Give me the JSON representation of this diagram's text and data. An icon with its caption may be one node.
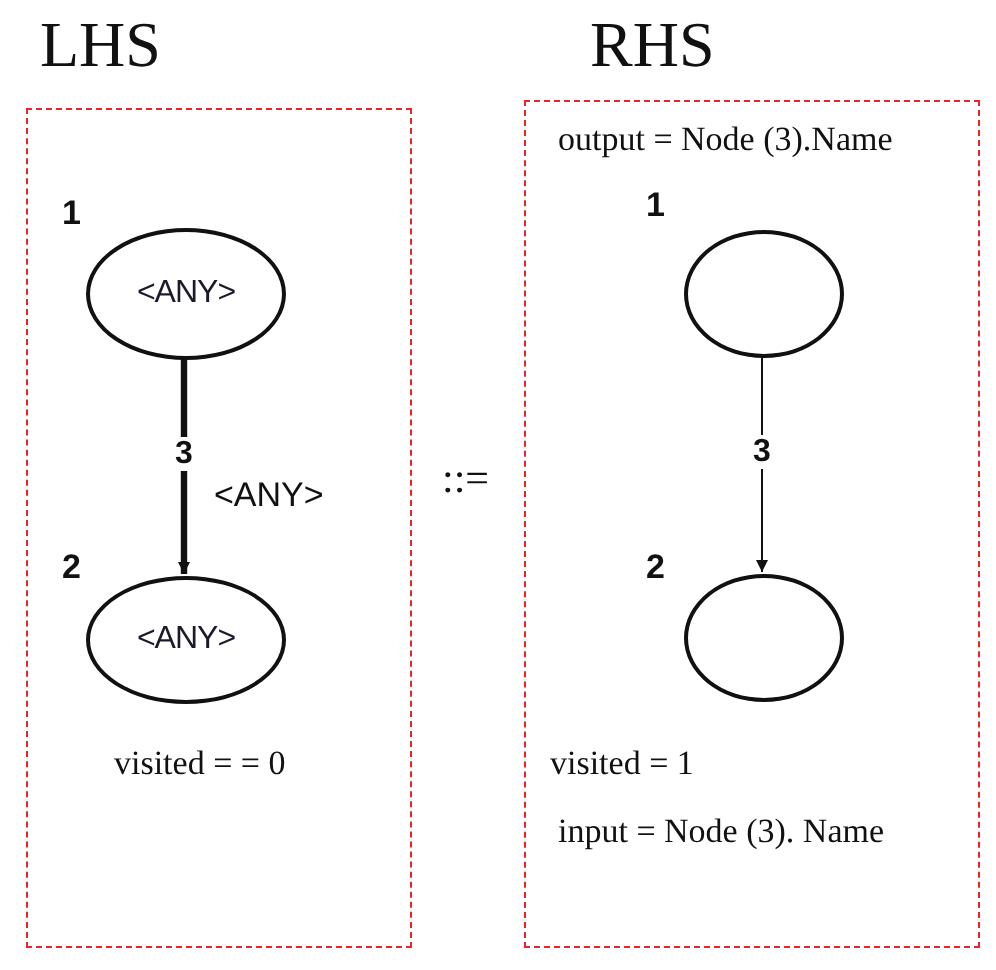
{
  "diagram": {
    "nodes": [
      {
        "text": [
          "LHS"
        ]
      },
      {
        "text": [
          "<ANY>"
        ],
        "in": 0,
        "beside": [
          "1"
        ]
      },
      {
        "text": [
          "<ANY>"
        ],
        "in": 0,
        "beside": [
          "2"
        ]
      },
      {
        "text": [
          "RHS"
        ]
      },
      {
        "text": [],
        "shape": "ellipse",
        "in": 3,
        "beside": [
          "1"
        ]
      },
      {
        "text": [],
        "shape": "ellipse",
        "in": 3,
        "beside": [
          "2"
        ]
      }
    ],
    "edges": [
      {
        "from": 1,
        "to": 2,
        "arrow": "to",
        "label": "3",
        "style": "thick"
      },
      {
        "from": 4,
        "to": 5,
        "arrow": "to",
        "label": "3"
      }
    ],
    "labels": [
      "output = Node (3).Name",
      "<ANY>",
      "::=",
      "visited = = 0",
      "visited = 1",
      "input = Node (3). Name"
    ]
  }
}
